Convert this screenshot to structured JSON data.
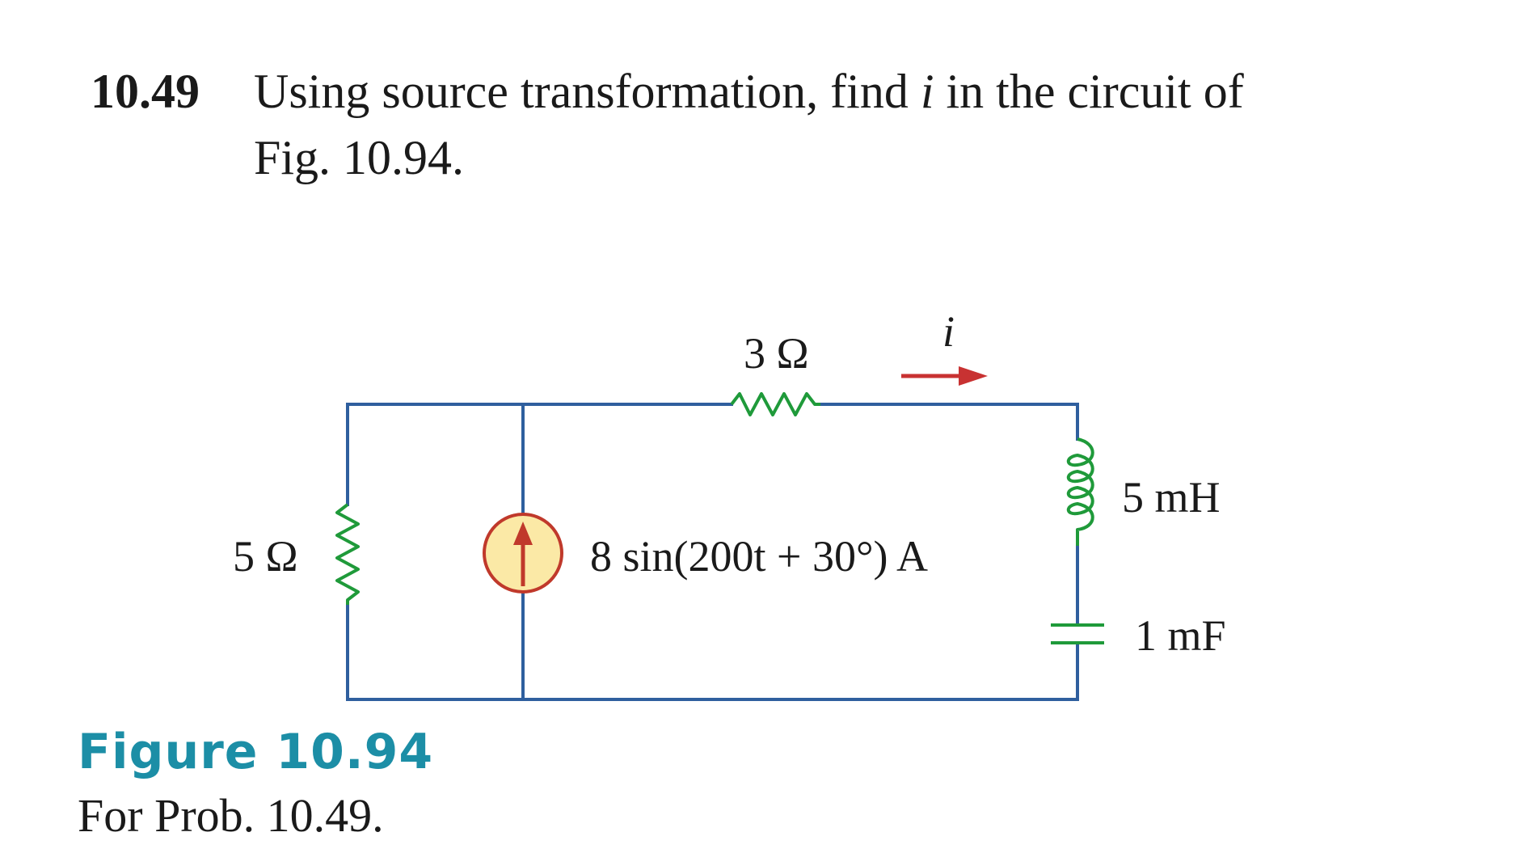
{
  "problem": {
    "number": "10.49",
    "text_before_var": "Using source transformation, find ",
    "variable": "i",
    "text_after_var": " in the circuit of",
    "line2": "Fig. 10.94."
  },
  "circuit": {
    "r_top_label": "3 Ω",
    "current_label": "i",
    "inductor_label": "5 mH",
    "r_left_label": "5 Ω",
    "source_label": "8 sin(200t + 30°) A",
    "capacitor_label": "1 mF",
    "colors": {
      "wire": "#2f5f9e",
      "component": "#1f9a3a",
      "source_fill": "#fbe9a6",
      "source_stroke": "#c0392b",
      "arrow": "#c83232"
    }
  },
  "figure": {
    "title": "Figure 10.94",
    "caption": "For Prob. 10.49."
  }
}
